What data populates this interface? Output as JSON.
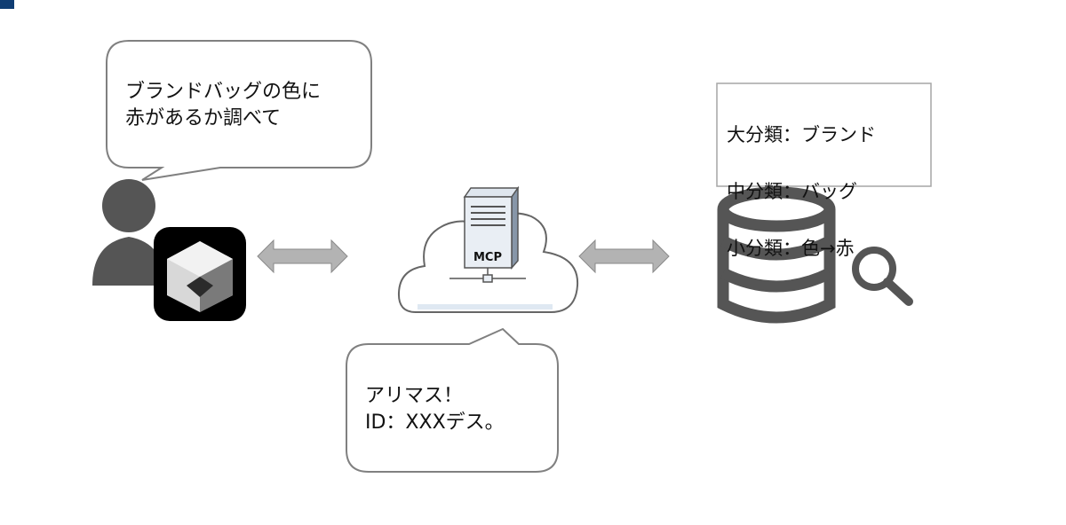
{
  "user_bubble": {
    "text": "ブランドバッグの色に\n赤があるか調べて"
  },
  "server_bubble": {
    "text": "アリマス！\nID：XXXデス。"
  },
  "server": {
    "label": "MCP"
  },
  "category_box": {
    "lines": [
      "大分類：ブランド",
      "中分類：バッグ",
      "小分類：色→赤"
    ]
  },
  "colors": {
    "accent": "#0f3d73",
    "arrow": "#b3b3b3",
    "icon_gray": "#555555",
    "bubble_border": "#7f7f7f",
    "app_icon_bg": "#000000"
  },
  "icons": [
    "person-icon",
    "app-icon",
    "cloud-server-icon",
    "database-icon",
    "magnifier-icon"
  ]
}
